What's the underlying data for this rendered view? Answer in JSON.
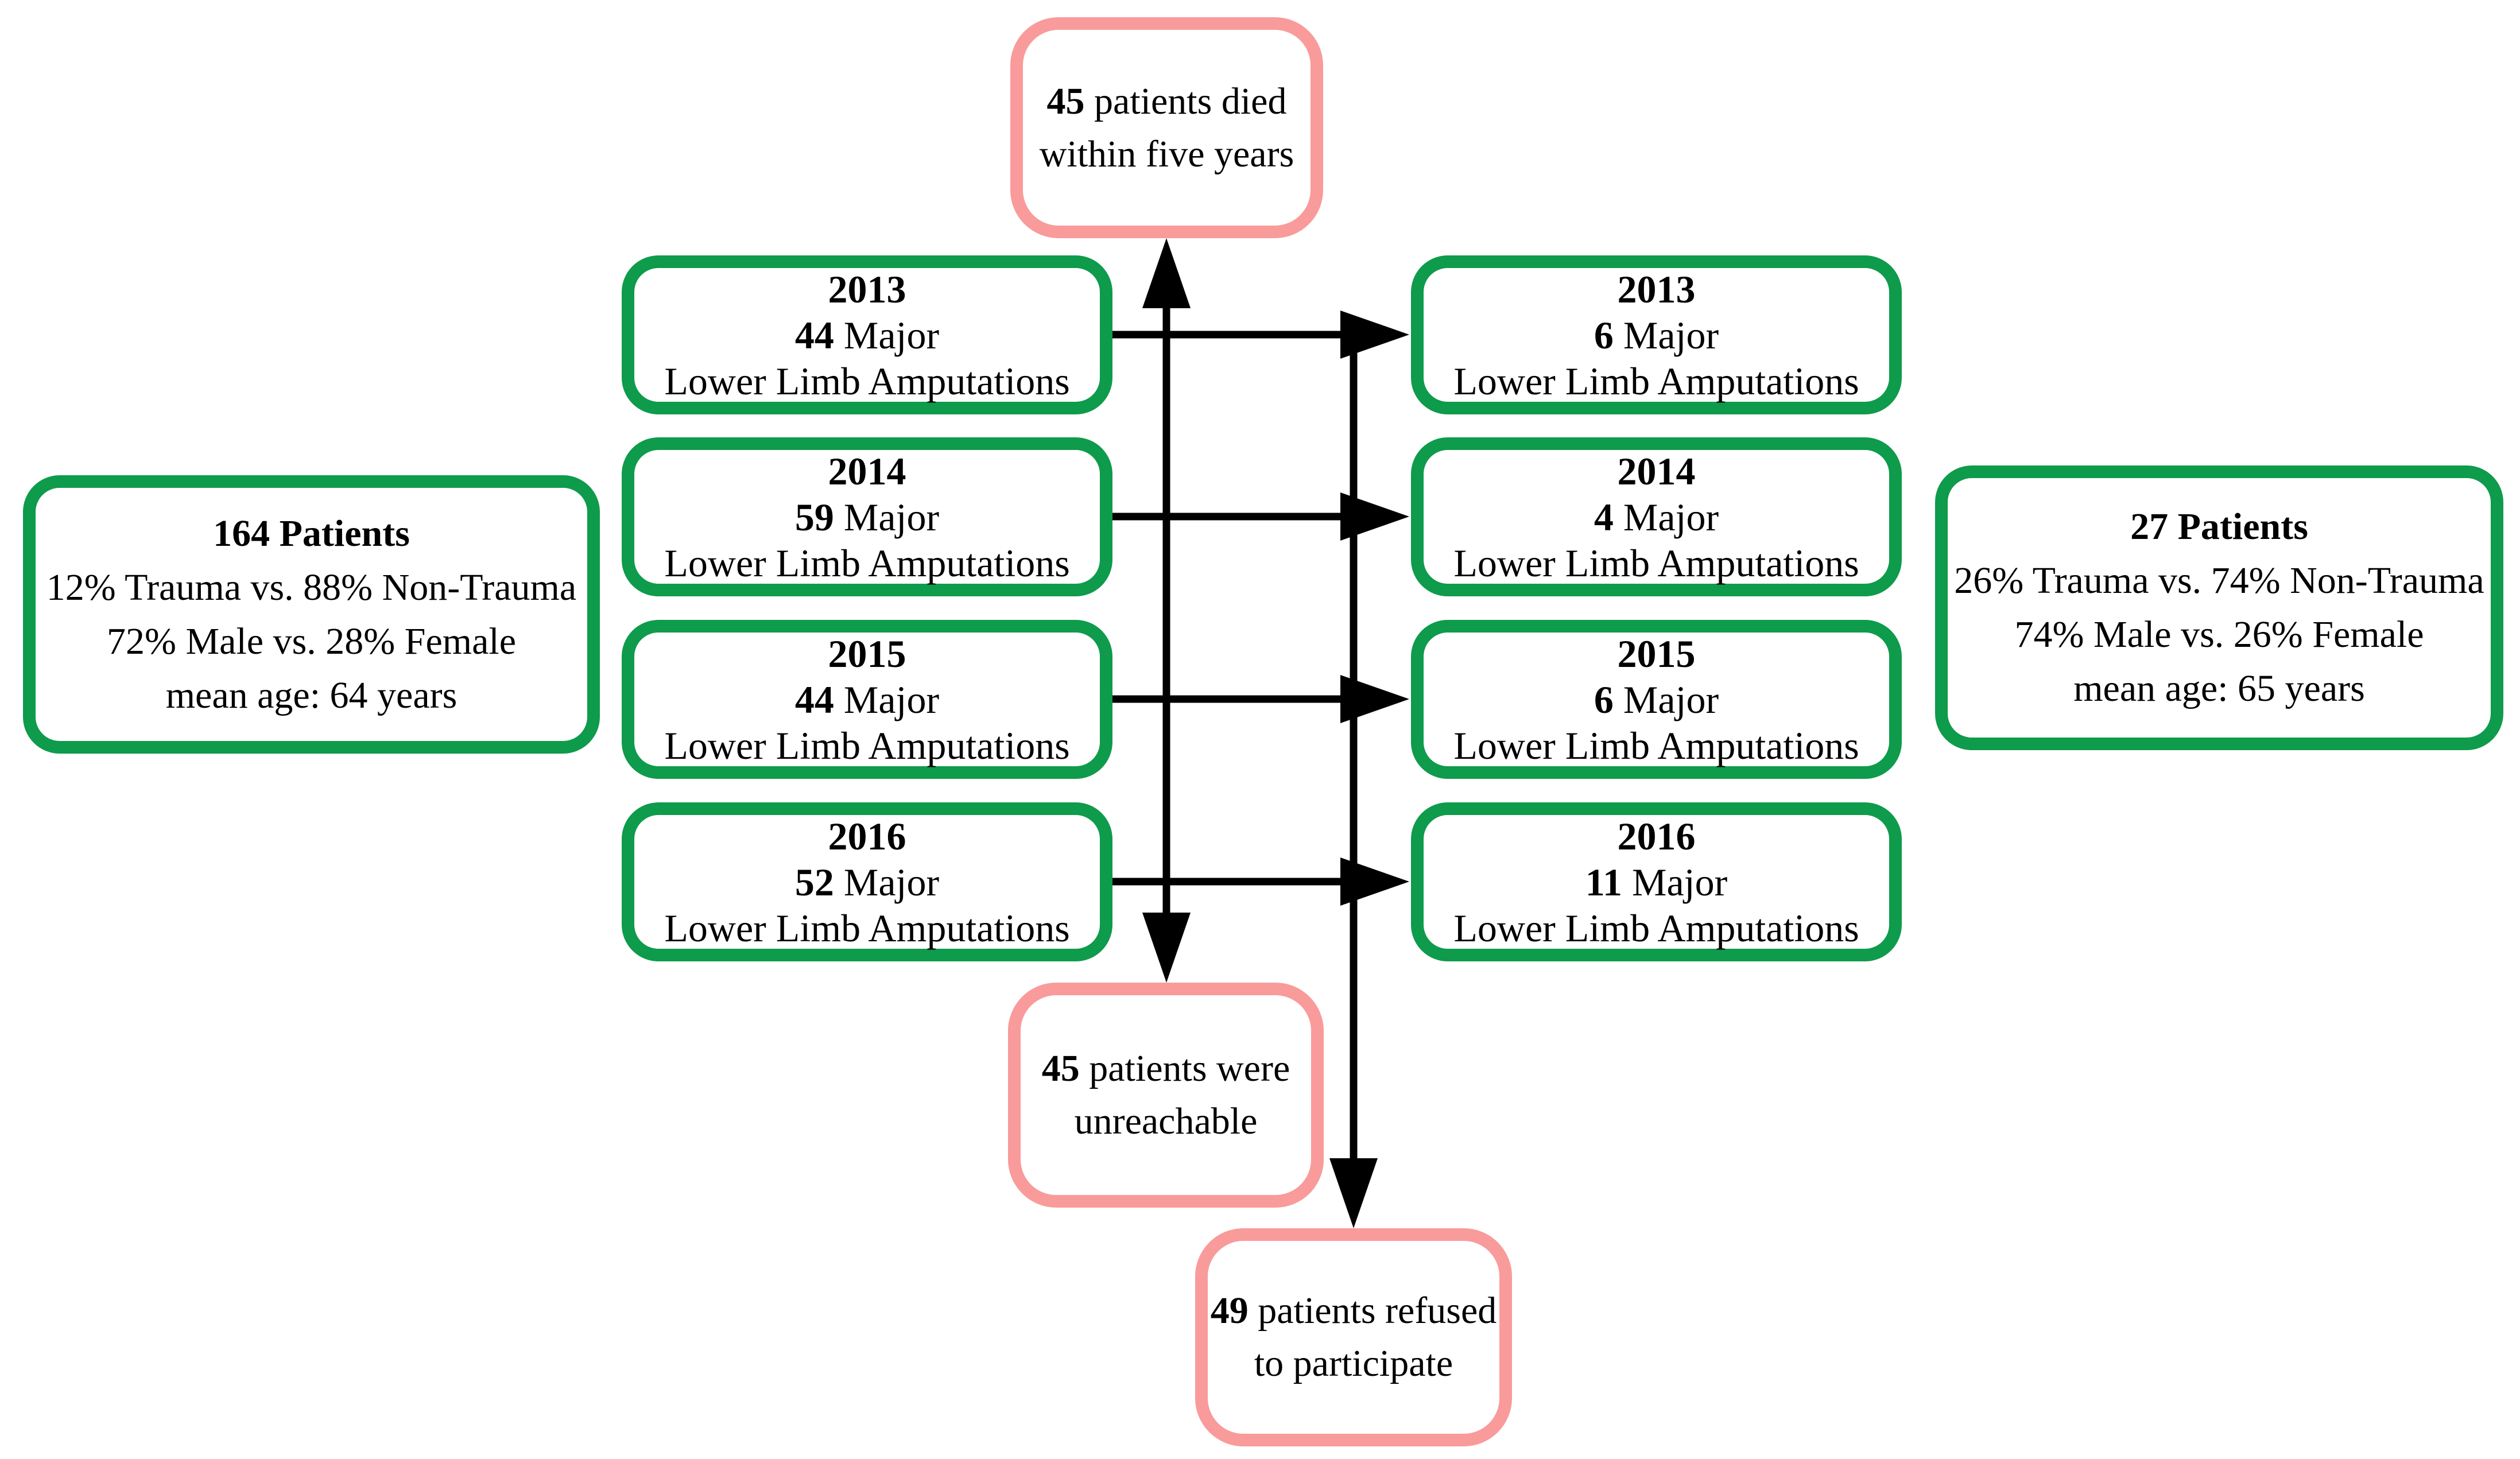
{
  "diagram": {
    "colors": {
      "green": "#0E9B4B",
      "pink": "#F99B9B",
      "arrow": "#000000"
    },
    "boxes": {
      "died": {
        "number": "45",
        "line1_rest": " patients died",
        "line2": "within five years"
      },
      "left_main": {
        "line1": "164 Patients",
        "line2": "12% Trauma vs. 88% Non-Trauma",
        "line3": "72% Male vs. 28% Female",
        "line4": "mean age: 64 years"
      },
      "right_main": {
        "line1": "27 Patients",
        "line2": "26% Trauma vs. 74% Non-Trauma",
        "line3": "74% Male vs. 26% Female",
        "line4": "mean age: 65 years"
      },
      "unreachable": {
        "number": "45",
        "line1_rest": " patients were",
        "line2": "unreachable"
      },
      "refused": {
        "number": "49",
        "line1_rest": " patients refused",
        "line2": "to participate"
      }
    },
    "left_column": [
      {
        "year": "2013",
        "count": "44",
        "count_suffix": " Major",
        "line3": "Lower Limb Amputations"
      },
      {
        "year": "2014",
        "count": "59",
        "count_suffix": " Major",
        "line3": "Lower Limb Amputations"
      },
      {
        "year": "2015",
        "count": "44",
        "count_suffix": " Major",
        "line3": "Lower Limb Amputations"
      },
      {
        "year": "2016",
        "count": "52",
        "count_suffix": " Major",
        "line3": "Lower Limb Amputations"
      }
    ],
    "right_column": [
      {
        "year": "2013",
        "count": "6",
        "count_suffix": " Major",
        "line3": "Lower Limb Amputations"
      },
      {
        "year": "2014",
        "count": "4",
        "count_suffix": " Major",
        "line3": "Lower Limb Amputations"
      },
      {
        "year": "2015",
        "count": "6",
        "count_suffix": " Major",
        "line3": "Lower Limb Amputations"
      },
      {
        "year": "2016",
        "count": "11",
        "count_suffix": " Major",
        "line3": "Lower Limb Amputations"
      }
    ]
  }
}
